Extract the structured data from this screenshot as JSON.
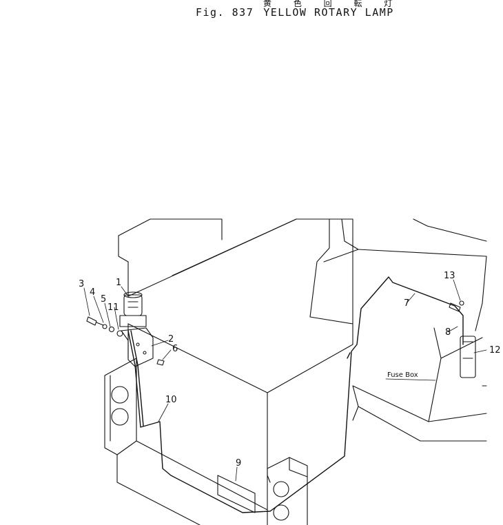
{
  "header": {
    "jp_caption": "黄 色 回 転 灯",
    "fig_label": "Fig. 837",
    "title": "YELLOW ROTARY LAMP"
  },
  "callouts": [
    "1",
    "2",
    "3",
    "4",
    "5",
    "6",
    "7",
    "8",
    "9",
    "10",
    "11",
    "12",
    "13"
  ],
  "labels": {
    "fuse_box": "Fuse Box"
  },
  "colors": {
    "line": "#111111",
    "background": "#ffffff"
  }
}
